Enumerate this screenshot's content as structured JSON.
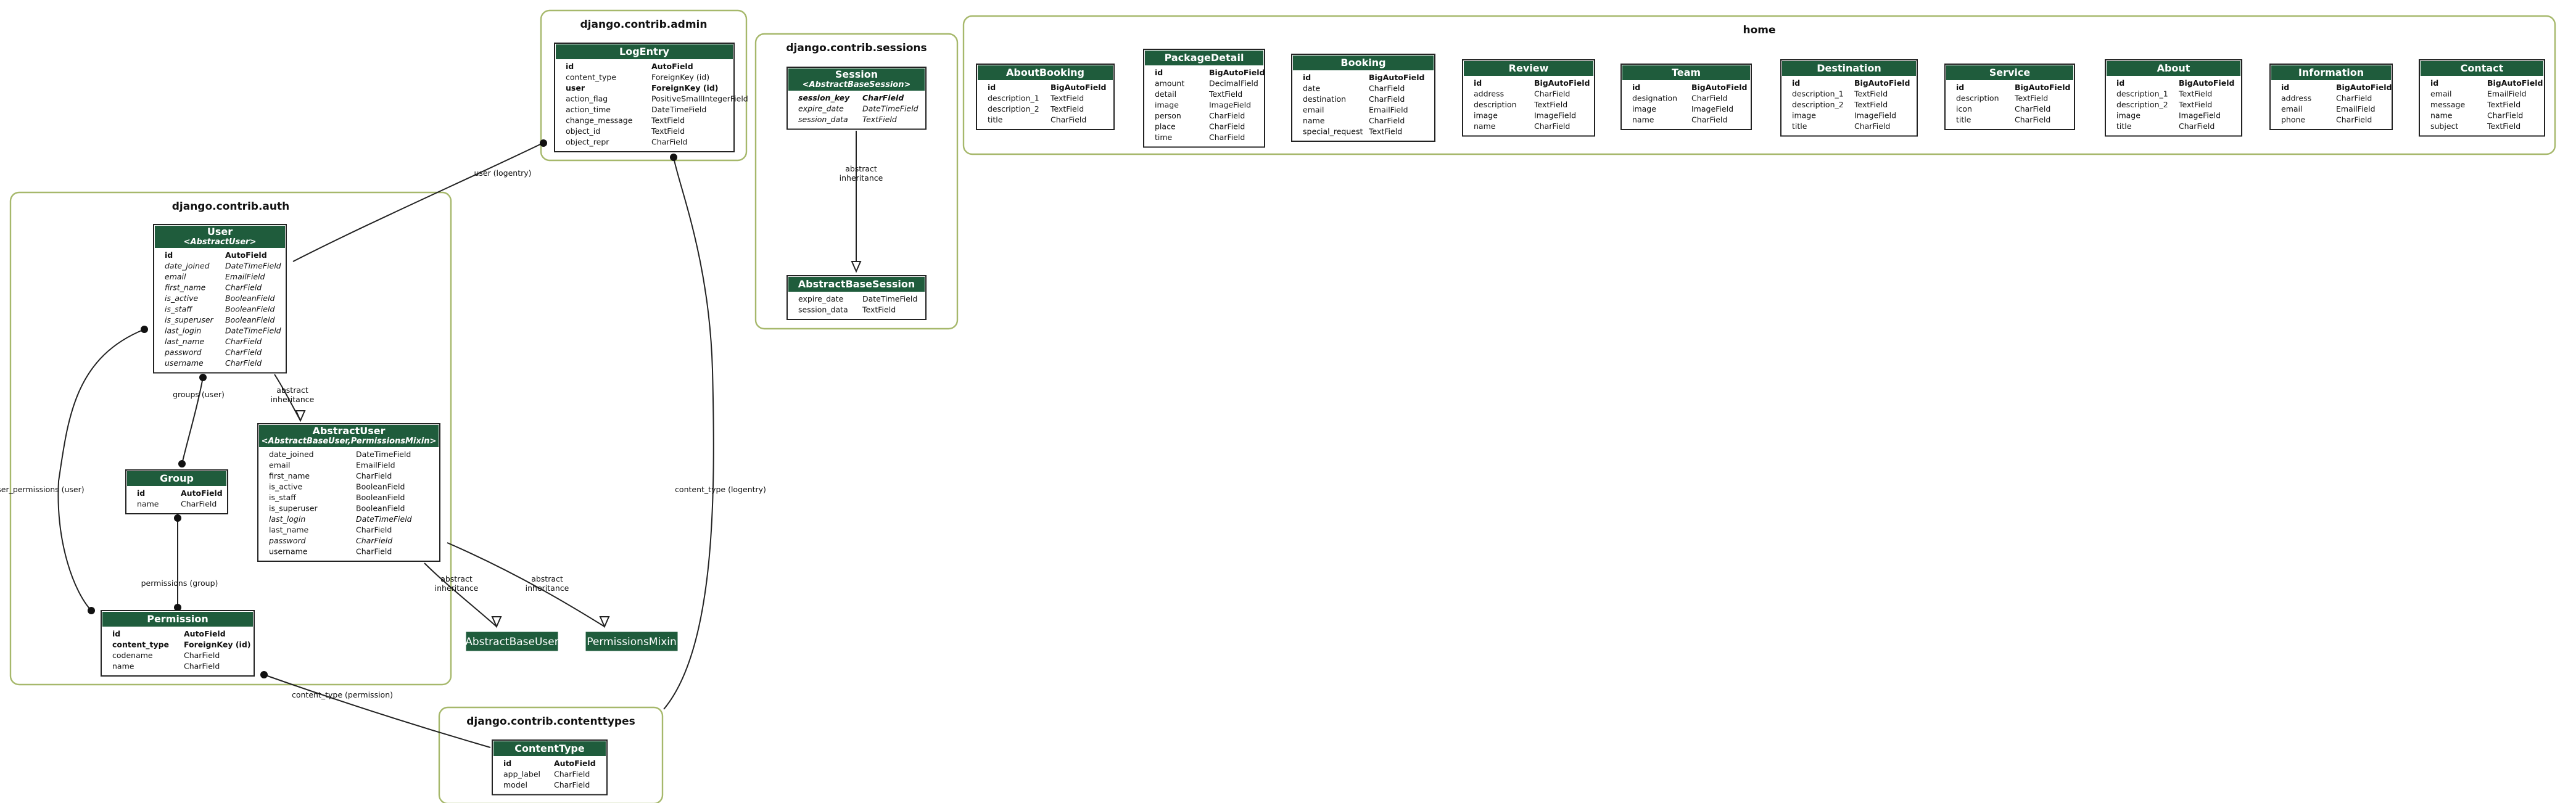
{
  "clusters": [
    {
      "key": "admin",
      "label": "django.contrib.admin"
    },
    {
      "key": "sessions",
      "label": "django.contrib.sessions"
    },
    {
      "key": "home",
      "label": "home"
    },
    {
      "key": "auth",
      "label": "django.contrib.auth"
    },
    {
      "key": "contenttypes",
      "label": "django.contrib.contenttypes"
    }
  ],
  "models": [
    {
      "key": "logentry",
      "title": "LogEntry",
      "fields": [
        {
          "name": "id",
          "type": "AutoField",
          "style": "bold"
        },
        {
          "name": "content_type",
          "type": "ForeignKey (id)",
          "style": "normal"
        },
        {
          "name": "user",
          "type": "ForeignKey (id)",
          "style": "bold"
        },
        {
          "name": "action_flag",
          "type": "PositiveSmallIntegerField",
          "style": "normal"
        },
        {
          "name": "action_time",
          "type": "DateTimeField",
          "style": "normal"
        },
        {
          "name": "change_message",
          "type": "TextField",
          "style": "muted"
        },
        {
          "name": "object_id",
          "type": "TextField",
          "style": "muted"
        },
        {
          "name": "object_repr",
          "type": "CharField",
          "style": "normal"
        }
      ]
    },
    {
      "key": "session",
      "title": "Session",
      "subtitle": "<AbstractBaseSession>",
      "fields": [
        {
          "name": "session_key",
          "type": "CharField",
          "style": "bolditalic"
        },
        {
          "name": "expire_date",
          "type": "DateTimeField",
          "style": "italic"
        },
        {
          "name": "session_data",
          "type": "TextField",
          "style": "italic"
        }
      ]
    },
    {
      "key": "abstractbasesession",
      "title": "AbstractBaseSession",
      "fields": [
        {
          "name": "expire_date",
          "type": "DateTimeField",
          "style": "normal"
        },
        {
          "name": "session_data",
          "type": "TextField",
          "style": "normal"
        }
      ]
    },
    {
      "key": "aboutbooking",
      "title": "AboutBooking",
      "fields": [
        {
          "name": "id",
          "type": "BigAutoField",
          "style": "bold"
        },
        {
          "name": "description_1",
          "type": "TextField",
          "style": "normal"
        },
        {
          "name": "description_2",
          "type": "TextField",
          "style": "normal"
        },
        {
          "name": "title",
          "type": "CharField",
          "style": "normal"
        }
      ]
    },
    {
      "key": "packagedetail",
      "title": "PackageDetail",
      "fields": [
        {
          "name": "id",
          "type": "BigAutoField",
          "style": "bold"
        },
        {
          "name": "amount",
          "type": "DecimalField",
          "style": "normal"
        },
        {
          "name": "detail",
          "type": "TextField",
          "style": "normal"
        },
        {
          "name": "image",
          "type": "ImageField",
          "style": "normal"
        },
        {
          "name": "person",
          "type": "CharField",
          "style": "normal"
        },
        {
          "name": "place",
          "type": "CharField",
          "style": "normal"
        },
        {
          "name": "time",
          "type": "CharField",
          "style": "normal"
        }
      ]
    },
    {
      "key": "booking",
      "title": "Booking",
      "fields": [
        {
          "name": "id",
          "type": "BigAutoField",
          "style": "bold"
        },
        {
          "name": "date",
          "type": "CharField",
          "style": "normal"
        },
        {
          "name": "destination",
          "type": "CharField",
          "style": "normal"
        },
        {
          "name": "email",
          "type": "EmailField",
          "style": "normal"
        },
        {
          "name": "name",
          "type": "CharField",
          "style": "normal"
        },
        {
          "name": "special_request",
          "type": "TextField",
          "style": "muted"
        }
      ]
    },
    {
      "key": "review",
      "title": "Review",
      "fields": [
        {
          "name": "id",
          "type": "BigAutoField",
          "style": "bold"
        },
        {
          "name": "address",
          "type": "CharField",
          "style": "normal"
        },
        {
          "name": "description",
          "type": "TextField",
          "style": "normal"
        },
        {
          "name": "image",
          "type": "ImageField",
          "style": "normal"
        },
        {
          "name": "name",
          "type": "CharField",
          "style": "normal"
        }
      ]
    },
    {
      "key": "team",
      "title": "Team",
      "fields": [
        {
          "name": "id",
          "type": "BigAutoField",
          "style": "bold"
        },
        {
          "name": "designation",
          "type": "CharField",
          "style": "normal"
        },
        {
          "name": "image",
          "type": "ImageField",
          "style": "normal"
        },
        {
          "name": "name",
          "type": "CharField",
          "style": "normal"
        }
      ]
    },
    {
      "key": "destination",
      "title": "Destination",
      "fields": [
        {
          "name": "id",
          "type": "BigAutoField",
          "style": "bold"
        },
        {
          "name": "description_1",
          "type": "TextField",
          "style": "normal"
        },
        {
          "name": "description_2",
          "type": "TextField",
          "style": "normal"
        },
        {
          "name": "image",
          "type": "ImageField",
          "style": "normal"
        },
        {
          "name": "title",
          "type": "CharField",
          "style": "normal"
        }
      ]
    },
    {
      "key": "service",
      "title": "Service",
      "fields": [
        {
          "name": "id",
          "type": "BigAutoField",
          "style": "bold"
        },
        {
          "name": "description",
          "type": "TextField",
          "style": "normal"
        },
        {
          "name": "icon",
          "type": "CharField",
          "style": "normal"
        },
        {
          "name": "title",
          "type": "CharField",
          "style": "normal"
        }
      ]
    },
    {
      "key": "about",
      "title": "About",
      "fields": [
        {
          "name": "id",
          "type": "BigAutoField",
          "style": "bold"
        },
        {
          "name": "description_1",
          "type": "TextField",
          "style": "normal"
        },
        {
          "name": "description_2",
          "type": "TextField",
          "style": "normal"
        },
        {
          "name": "image",
          "type": "ImageField",
          "style": "normal"
        },
        {
          "name": "title",
          "type": "CharField",
          "style": "normal"
        }
      ]
    },
    {
      "key": "information",
      "title": "Information",
      "fields": [
        {
          "name": "id",
          "type": "BigAutoField",
          "style": "bold"
        },
        {
          "name": "address",
          "type": "CharField",
          "style": "normal"
        },
        {
          "name": "email",
          "type": "EmailField",
          "style": "normal"
        },
        {
          "name": "phone",
          "type": "CharField",
          "style": "normal"
        }
      ]
    },
    {
      "key": "contact",
      "title": "Contact",
      "fields": [
        {
          "name": "id",
          "type": "BigAutoField",
          "style": "bold"
        },
        {
          "name": "email",
          "type": "EmailField",
          "style": "normal"
        },
        {
          "name": "message",
          "type": "TextField",
          "style": "normal"
        },
        {
          "name": "name",
          "type": "CharField",
          "style": "normal"
        },
        {
          "name": "subject",
          "type": "TextField",
          "style": "normal"
        }
      ]
    },
    {
      "key": "user",
      "title": "User",
      "subtitle": "<AbstractUser>",
      "fields": [
        {
          "name": "id",
          "type": "AutoField",
          "style": "bold"
        },
        {
          "name": "date_joined",
          "type": "DateTimeField",
          "style": "italic"
        },
        {
          "name": "email",
          "type": "EmailField",
          "style": "mutedItalic"
        },
        {
          "name": "first_name",
          "type": "CharField",
          "style": "mutedItalic"
        },
        {
          "name": "is_active",
          "type": "BooleanField",
          "style": "italic"
        },
        {
          "name": "is_staff",
          "type": "BooleanField",
          "style": "italic"
        },
        {
          "name": "is_superuser",
          "type": "BooleanField",
          "style": "italic"
        },
        {
          "name": "last_login",
          "type": "DateTimeField",
          "style": "mutedItalic"
        },
        {
          "name": "last_name",
          "type": "CharField",
          "style": "mutedItalic"
        },
        {
          "name": "password",
          "type": "CharField",
          "style": "italic"
        },
        {
          "name": "username",
          "type": "CharField",
          "style": "italic"
        }
      ]
    },
    {
      "key": "abstractuser",
      "title": "AbstractUser",
      "subtitle": "<AbstractBaseUser,PermissionsMixin>",
      "fields": [
        {
          "name": "date_joined",
          "type": "DateTimeField",
          "style": "normal"
        },
        {
          "name": "email",
          "type": "EmailField",
          "style": "muted"
        },
        {
          "name": "first_name",
          "type": "CharField",
          "style": "muted"
        },
        {
          "name": "is_active",
          "type": "BooleanField",
          "style": "normal"
        },
        {
          "name": "is_staff",
          "type": "BooleanField",
          "style": "normal"
        },
        {
          "name": "is_superuser",
          "type": "BooleanField",
          "style": "normal"
        },
        {
          "name": "last_login",
          "type": "DateTimeField",
          "style": "mutedItalic"
        },
        {
          "name": "last_name",
          "type": "CharField",
          "style": "muted"
        },
        {
          "name": "password",
          "type": "CharField",
          "style": "italic"
        },
        {
          "name": "username",
          "type": "CharField",
          "style": "normal"
        }
      ]
    },
    {
      "key": "group",
      "title": "Group",
      "fields": [
        {
          "name": "id",
          "type": "AutoField",
          "style": "bold"
        },
        {
          "name": "name",
          "type": "CharField",
          "style": "normal"
        }
      ]
    },
    {
      "key": "permission",
      "title": "Permission",
      "fields": [
        {
          "name": "id",
          "type": "AutoField",
          "style": "bold"
        },
        {
          "name": "content_type",
          "type": "ForeignKey (id)",
          "style": "bold"
        },
        {
          "name": "codename",
          "type": "CharField",
          "style": "normal"
        },
        {
          "name": "name",
          "type": "CharField",
          "style": "normal"
        }
      ]
    },
    {
      "key": "contenttype",
      "title": "ContentType",
      "fields": [
        {
          "name": "id",
          "type": "AutoField",
          "style": "bold"
        },
        {
          "name": "app_label",
          "type": "CharField",
          "style": "normal"
        },
        {
          "name": "model",
          "type": "CharField",
          "style": "normal"
        }
      ]
    }
  ],
  "mixins": [
    {
      "key": "abstractbaseuser",
      "label": "AbstractBaseUser"
    },
    {
      "key": "permissionsmixin",
      "label": "PermissionsMixin"
    }
  ],
  "edges": [
    {
      "key": "logentry-user",
      "label": "user (logentry)"
    },
    {
      "key": "logentry-contenttype",
      "label": "content_type (logentry)"
    },
    {
      "key": "session-abstractbasesession",
      "label": "abstract\ninheritance"
    },
    {
      "key": "user-group",
      "label": "groups (user)"
    },
    {
      "key": "user-abstractuser",
      "label": "abstract\ninheritance"
    },
    {
      "key": "user-permission",
      "label": "user_permissions (user)"
    },
    {
      "key": "group-permission",
      "label": "permissions (group)"
    },
    {
      "key": "abstractuser-abstractbaseuser",
      "label": "abstract\ninheritance"
    },
    {
      "key": "abstractuser-permissionsmixin",
      "label": "abstract\ninheritance"
    },
    {
      "key": "permission-contenttype",
      "label": "content_type (permission)"
    }
  ],
  "colors": {
    "header": "#1f5c3c",
    "cluster_border": "#a6b86b",
    "muted_text": "#7a7a7a",
    "line": "#222222"
  }
}
